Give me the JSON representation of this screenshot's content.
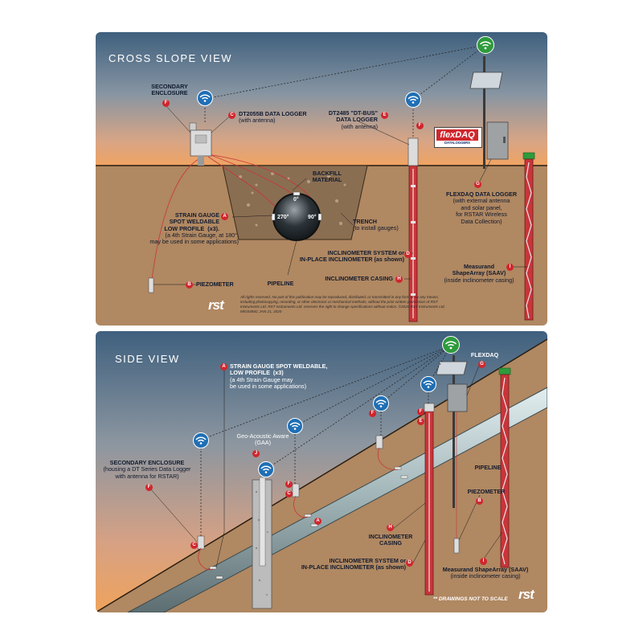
{
  "cross": {
    "title": "CROSS SLOPE VIEW",
    "secondary_enclosure": "SECONDARY\nENCLOSURE",
    "dt2055b": "DT2055B DATA LOGGER",
    "dt2055b_sub": "(with antenna)",
    "dt2485": "DT2485 \"DT-BUS\"\nDATA LOGGER",
    "dt2485_sub": "(with antenna)",
    "backfill": "BACKFILL\nMATERIAL",
    "strain_gauge": "STRAIN GAUGE\nSPOT WELDABLE\nLOW PROFILE  (x3).",
    "strain_gauge_sub": "(a 4th Strain Gauge, at 180°,\nmay be used in some applications)",
    "trench": "TRENCH",
    "trench_sub": "(to install gauges)",
    "flexdaq_logger": "FLEXDAQ DATA LOGGER",
    "flexdaq_logger_sub": "(with external antenna\nand solar panel,\nfor RSTAR Wireless\nData Collection)",
    "inclinometer_system": "INCLINOMETER SYSTEM or\nIN-PLACE INCLINOMETER (as shown)",
    "piezometer": "PIEZOMETER",
    "pipeline": "PIPELINE",
    "inclinometer_casing": "INCLINOMETER CASING",
    "saav": "Measurand\nShapeArray (SAAV)",
    "saav_sub": "(inside inclinometer casing)",
    "angle_0": "0°",
    "angle_90": "90°",
    "angle_270": "270°",
    "copyright": "All rights reserved. No part of this publication may be reproduced, distributed, or transmitted in any form or by any means, including photocopying, recording, or other electronic or mechanical methods, without the prior written permission of RST Instruments Ltd. RST Instruments Ltd. reserves the right to change specifications without notice. ©2020 RST Instruments Ltd. MIG0456C JAN 21, 2020",
    "logo": "rst",
    "flexdaq_brand": "flexDAQ",
    "flexdaq_brand_sub": "DATALOGGERS"
  },
  "side": {
    "title": "SIDE VIEW",
    "strain_gauge": "STRAIN GAUGE SPOT WELDABLE,\nLOW PROFILE  (x3)",
    "strain_gauge_sub": "(a 4th Strain Gauge may\nbe used in some applications)",
    "flexdaq": "FLEXDAQ",
    "gaa": "Geo-Acoustic Aware\n(GAA)",
    "secondary_enclosure": "SECONDARY ENCLOSURE",
    "secondary_enclosure_sub": "(housing a DT Series Data Logger\nwith antenna for RSTAR)",
    "pipeline": "PIPELINE",
    "piezometer": "PIEZOMETER",
    "inclinometer_casing": "INCLINOMETER\nCASING",
    "inclinometer_system": "INCLINOMETER SYSTEM or\nIN-PLACE INCLINOMETER (as shown)",
    "saav": "Measurand ShapeArray (SAAV)",
    "saav_sub": "(inside inclinometer casing)",
    "note": "** DRAWINGS NOT TO SCALE",
    "logo": "rst"
  },
  "badges": {
    "a": "A",
    "b": "B",
    "c": "C",
    "d": "D",
    "e": "E",
    "f": "F",
    "g": "G",
    "h": "H",
    "i": "I",
    "j": "J"
  },
  "colors": {
    "sky_top": "#3f607e",
    "sky_mid": "#d0a58a",
    "sky_glow": "#f0a060",
    "ground": "#b08862",
    "casing": "#c8353a",
    "badge": "#d0262d",
    "wifi_blue": "#1f6fb5",
    "wifi_green": "#2e9b3c"
  }
}
